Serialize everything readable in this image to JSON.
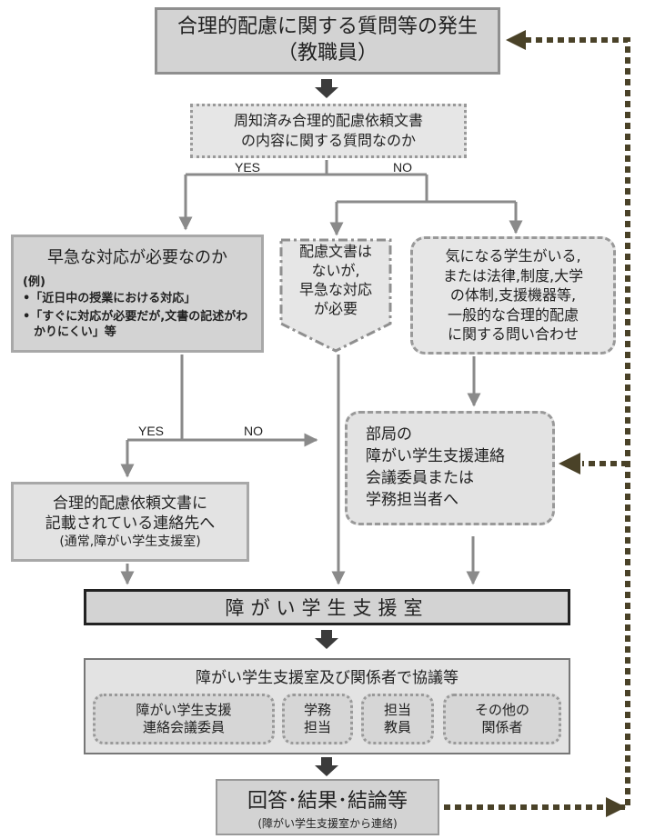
{
  "diagram": {
    "top": {
      "line1": "合理的配慮に関する質問等の発生",
      "line2": "（教職員）"
    },
    "check": {
      "line1": "周知済み合理的配慮依頼文書",
      "line2": "の内容に関する質問なのか"
    },
    "check_yes": "YES",
    "check_no": "NO",
    "urgent": {
      "question": "早急な対応が必要なのか",
      "example_label": "(例)",
      "examples": [
        "•「近日中の授業における対応」",
        "•「すぐに対応が必要だが,文書の記述がわかりにくい」等"
      ]
    },
    "no_form": {
      "lines": [
        "配慮文書は",
        "ないが,",
        "早急な対応",
        "が必要"
      ]
    },
    "concern": {
      "lines": [
        "気になる学生がいる,",
        "または法律,制度,大学",
        "の体制,支援機器等,",
        "一般的な合理的配慮",
        "に関する問い合わせ"
      ]
    },
    "urgent_yes": "YES",
    "urgent_no": "NO",
    "dept": {
      "lines": [
        "部局の",
        "障がい学生支援連絡",
        "会議委員または",
        "学務担当者へ"
      ]
    },
    "contact": {
      "line1": "合理的配慮依頼文書に",
      "line2": "記載されている連絡先へ",
      "note": "(通常,障がい学生支援室)"
    },
    "office": "障がい学生支援室",
    "discuss": {
      "title": "障がい学生支援室及び関係者で協議等",
      "members": [
        {
          "line1": "障がい学生支援",
          "line2": "連絡会議委員"
        },
        {
          "line1": "学務",
          "line2": "担当"
        },
        {
          "line1": "担当",
          "line2": "教員"
        },
        {
          "line1": "その他の",
          "line2": "関係者"
        }
      ]
    },
    "result": {
      "title": "回答･結果･結論等",
      "note": "(障がい学生支援室から連絡)"
    }
  },
  "colors": {
    "box_fill": "#d3d3d3",
    "box_fill_light": "#e6e6e6",
    "arrow_gray": "#8a8a8a",
    "dark_arrow": "#3b3b3b",
    "feedback_olive": "#4a4228"
  }
}
